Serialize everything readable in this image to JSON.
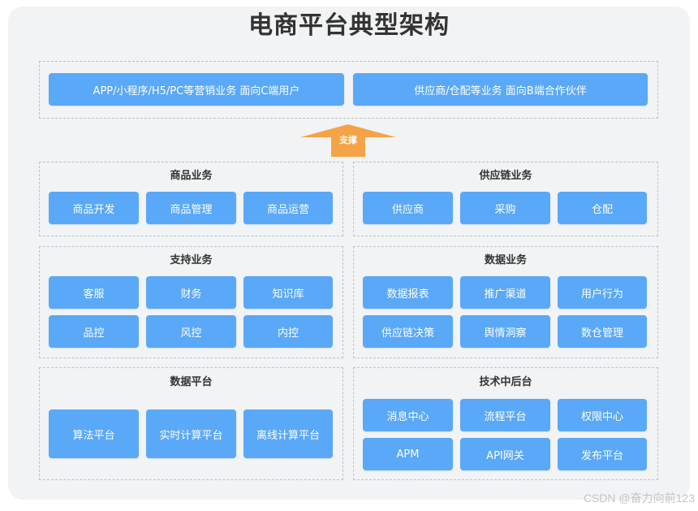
{
  "title": "电商平台典型架构",
  "top_layer": {
    "items": [
      {
        "label": "APP/小程序/H5/PC等营销业务  面向C端用户"
      },
      {
        "label": "供应商/仓配等业务  面向B端合作伙伴"
      }
    ]
  },
  "arrow": {
    "label": "支撑",
    "color": "#f5a347"
  },
  "sections": [
    {
      "title": "商品业务",
      "items": [
        {
          "label": "商品开发"
        },
        {
          "label": "商品管理"
        },
        {
          "label": "商品运营"
        }
      ]
    },
    {
      "title": "供应链业务",
      "items": [
        {
          "label": "供应商"
        },
        {
          "label": "采购"
        },
        {
          "label": "仓配"
        }
      ]
    },
    {
      "title": "支持业务",
      "items": [
        {
          "label": "客服"
        },
        {
          "label": "财务"
        },
        {
          "label": "知识库"
        },
        {
          "label": "品控"
        },
        {
          "label": "风控"
        },
        {
          "label": "内控"
        }
      ]
    },
    {
      "title": "数据业务",
      "items": [
        {
          "label": "数据报表"
        },
        {
          "label": "推广渠道"
        },
        {
          "label": "用户行为"
        },
        {
          "label": "供应链决策"
        },
        {
          "label": "舆情洞察"
        },
        {
          "label": "数仓管理"
        }
      ]
    },
    {
      "title": "数据平台",
      "items": [
        {
          "label": "算法平台"
        },
        {
          "label": "实时计算平台"
        },
        {
          "label": "离线计算平台"
        }
      ]
    },
    {
      "title": "技术中后台",
      "items": [
        {
          "label": "消息中心"
        },
        {
          "label": "流程平台"
        },
        {
          "label": "权限中心"
        },
        {
          "label": "APM"
        },
        {
          "label": "API网关"
        },
        {
          "label": "发布平台"
        }
      ]
    }
  ],
  "colors": {
    "button_blue": "#5aa8f8",
    "panel_bg": "#f1f3f4",
    "arrow_orange": "#f5a347",
    "title_text": "#333333"
  },
  "watermark": "CSDN @奋力向前123"
}
